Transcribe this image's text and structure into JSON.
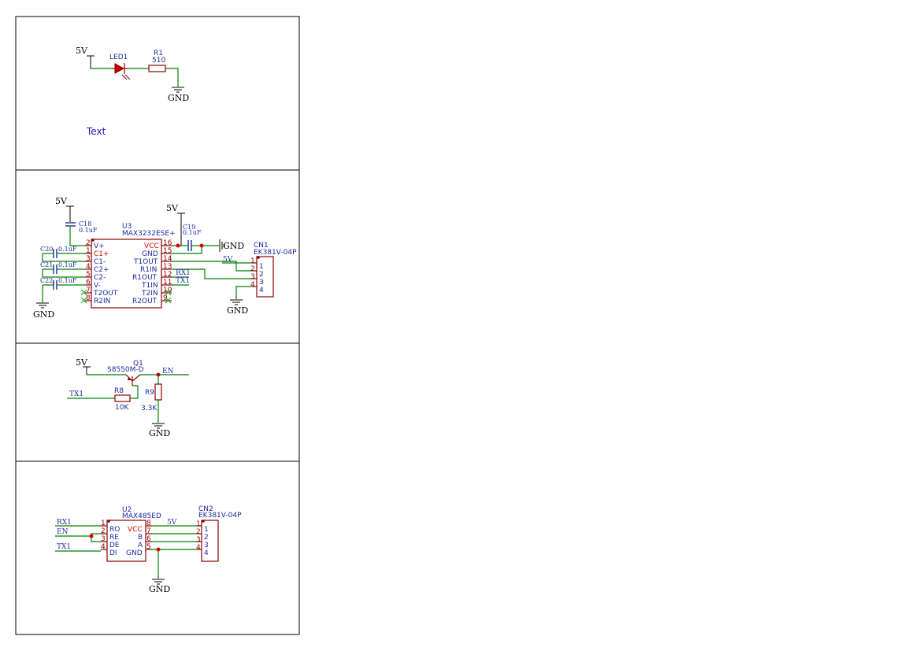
{
  "panel1": {
    "net_5v": "5V",
    "led_ref": "LED1",
    "r1_ref": "R1",
    "r1_val": "510",
    "gnd": "GND",
    "text_note": "Text"
  },
  "panel2": {
    "net_5v_a": "5V",
    "net_5v_b": "5V",
    "c18_ref": "C18",
    "c18_val": "0.1uF",
    "c19_ref": "C19",
    "c19_val": "0.1uF",
    "c20_ref": "C20",
    "c20_val": "0.1uF",
    "c21_ref": "C21",
    "c21_val": "0.1uF",
    "c22_ref": "C22",
    "c22_val": "0.1uF",
    "u3_ref": "U3",
    "u3_part": "MAX3232ESE+",
    "u3_left_pins": [
      {
        "num": "2",
        "name": "V+"
      },
      {
        "num": "1",
        "name": "C1+"
      },
      {
        "num": "3",
        "name": "C1-"
      },
      {
        "num": "4",
        "name": "C2+"
      },
      {
        "num": "5",
        "name": "C2-"
      },
      {
        "num": "6",
        "name": "V-"
      },
      {
        "num": "7",
        "name": "T2OUT"
      },
      {
        "num": "8",
        "name": "R2IN"
      }
    ],
    "u3_right_pins": [
      {
        "num": "16",
        "name": "VCC"
      },
      {
        "num": "15",
        "name": "GND"
      },
      {
        "num": "14",
        "name": "T1OUT"
      },
      {
        "num": "13",
        "name": "R1IN"
      },
      {
        "num": "12",
        "name": "R1OUT"
      },
      {
        "num": "11",
        "name": "T1IN"
      },
      {
        "num": "10",
        "name": "T2IN"
      },
      {
        "num": "9",
        "name": "R2OUT"
      }
    ],
    "rx1": "RX1",
    "tx1": "TX1",
    "gnd_left": "GND",
    "gnd_right": "GND",
    "gnd_cn1": "GND",
    "cn1_ref": "CN1",
    "cn1_part": "EK381V-04P",
    "cn1_5v": "5V",
    "cn1_pins": [
      "1",
      "2",
      "3",
      "4"
    ]
  },
  "panel3": {
    "net_5v": "5V",
    "q1_ref": "Q1",
    "q1_part": "S8550M-D",
    "en": "EN",
    "tx1": "TX1",
    "r8_ref": "R8",
    "r8_val": "10K",
    "r9_ref": "R9",
    "r9_val": "3.3K",
    "gnd": "GND"
  },
  "panel4": {
    "u2_ref": "U2",
    "u2_part": "MAX485ED",
    "rx1": "RX1",
    "en": "EN",
    "tx1": "TX1",
    "u2_left_pins": [
      {
        "num": "1",
        "name": "RO"
      },
      {
        "num": "2",
        "name": "RE"
      },
      {
        "num": "3",
        "name": "DE"
      },
      {
        "num": "4",
        "name": "DI"
      }
    ],
    "u2_right_pins": [
      {
        "num": "8",
        "name": "VCC"
      },
      {
        "num": "7",
        "name": "B"
      },
      {
        "num": "6",
        "name": "A"
      },
      {
        "num": "5",
        "name": "GND"
      }
    ],
    "net_5v": "5V",
    "cn2_ref": "CN2",
    "cn2_part": "EK381V-04P",
    "cn2_pins": [
      "1",
      "2",
      "3",
      "4"
    ],
    "gnd": "GND"
  }
}
